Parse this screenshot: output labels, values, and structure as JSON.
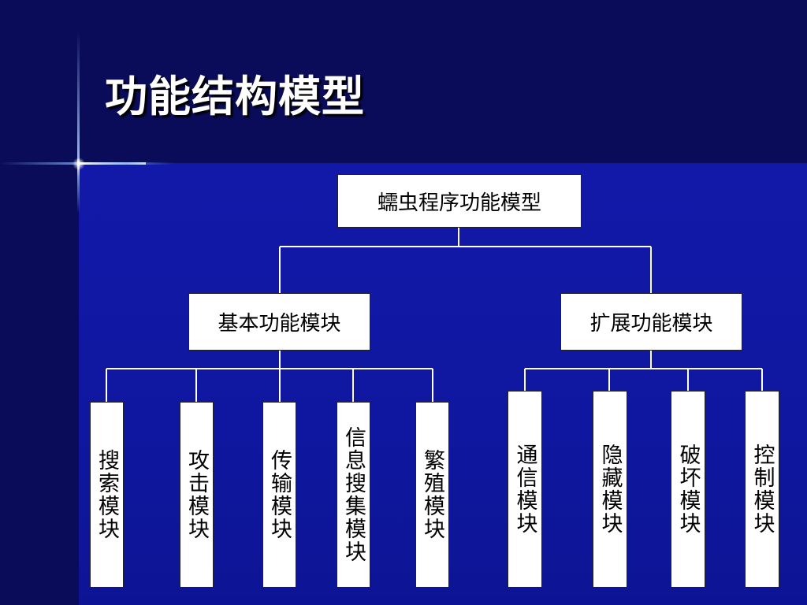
{
  "title": "功能结构模型",
  "colors": {
    "background": "#0b0f6e",
    "content_area": "#1219a8",
    "title_text": "#ffffff",
    "box_fill": "#ffffff",
    "connector": "#ffffff"
  },
  "root": "蠕虫程序功能模型",
  "groups": [
    {
      "label": "基本功能模块",
      "children": [
        "搜索模块",
        "攻击模块",
        "传输模块",
        "信息搜集模块",
        "繁殖模块"
      ]
    },
    {
      "label": "扩展功能模块",
      "children": [
        "通信模块",
        "隐藏模块",
        "破坏模块",
        "控制模块"
      ]
    }
  ]
}
